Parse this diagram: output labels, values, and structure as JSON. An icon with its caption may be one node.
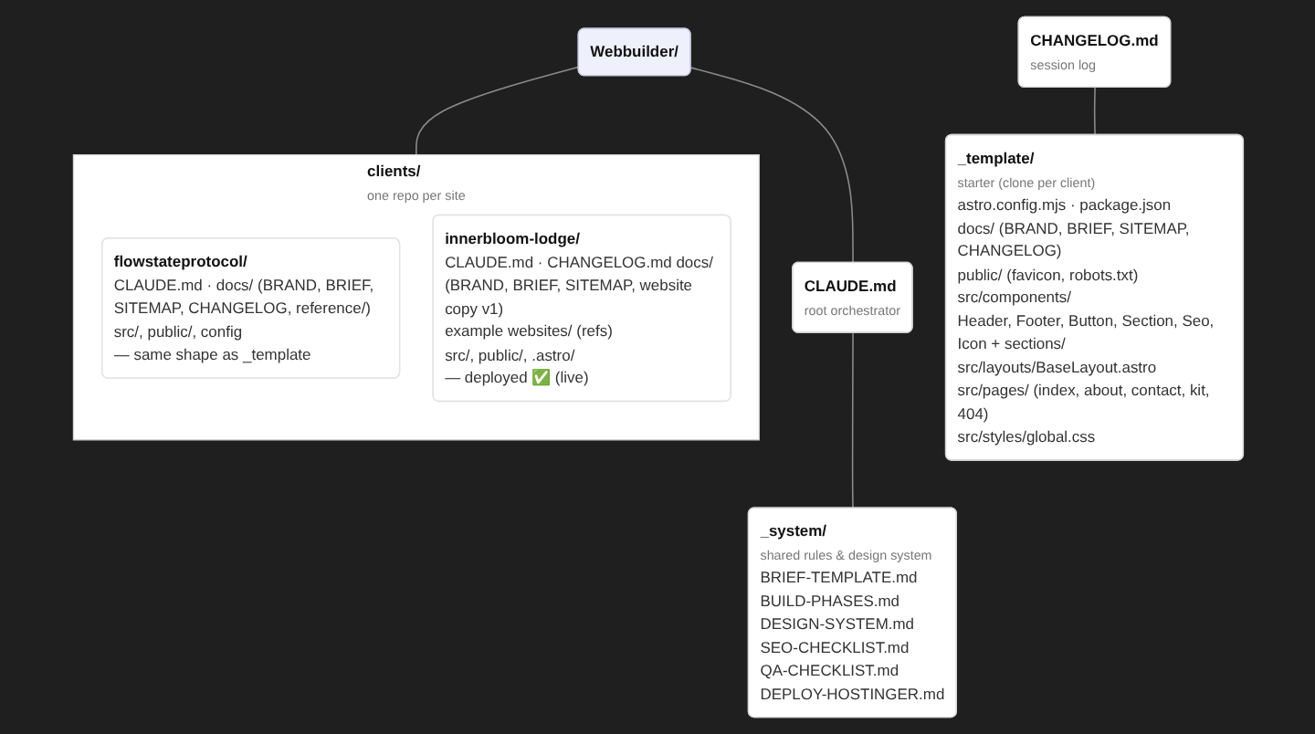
{
  "diagram": {
    "nodes": [
      {
        "text": [
          "Webbuilder/"
        ]
      },
      {
        "text": [
          "CLAUDE.md",
          "root orchestrator"
        ]
      },
      {
        "text": [
          "CHANGELOG.md",
          "session log"
        ]
      },
      {
        "text": [
          "_system/",
          "shared rules & design system",
          "BRIEF-TEMPLATE.md",
          "BUILD-PHASES.md",
          "DESIGN-SYSTEM.md",
          "SEO-CHECKLIST.md",
          "QA-CHECKLIST.md",
          "DEPLOY-HOSTINGER.md"
        ]
      },
      {
        "text": [
          "_template/",
          "starter (clone per client)",
          "astro.config.mjs · package.json",
          "docs/ (BRAND, BRIEF, SITEMAP, CHANGELOG)",
          "public/ (favicon, robots.txt)",
          "src/components/",
          "Header, Footer, Button, Section, Seo, Icon + sections/",
          "src/layouts/BaseLayout.astro",
          "src/pages/ (index, about, contact, kit, 404)",
          "src/styles/global.css"
        ]
      },
      {
        "text": [
          "clients/",
          "one repo per site"
        ]
      },
      {
        "text": [
          "flowstateprotocol/",
          "CLAUDE.md · docs/ (BRAND, BRIEF, SITEMAP, CHANGELOG, reference/)",
          "src/, public/, config",
          "— same shape as _template"
        ],
        "in": 5
      },
      {
        "text": [
          "innerbloom-lodge/",
          "CLAUDE.md · CHANGELOG.md docs/ (BRAND, BRIEF, SITEMAP, website copy v1)",
          "example websites/ (refs)",
          "src/, public/, .astro/",
          "— deployed ✅ (live)"
        ],
        "in": 5
      }
    ],
    "edges": [
      {
        "from": 0,
        "to": 1,
        "arrow": "none"
      },
      {
        "from": 1,
        "to": 3,
        "arrow": "none"
      },
      {
        "from": 2,
        "to": 4,
        "arrow": "none"
      },
      {
        "from": 0,
        "to": 5,
        "arrow": "none"
      }
    ]
  }
}
